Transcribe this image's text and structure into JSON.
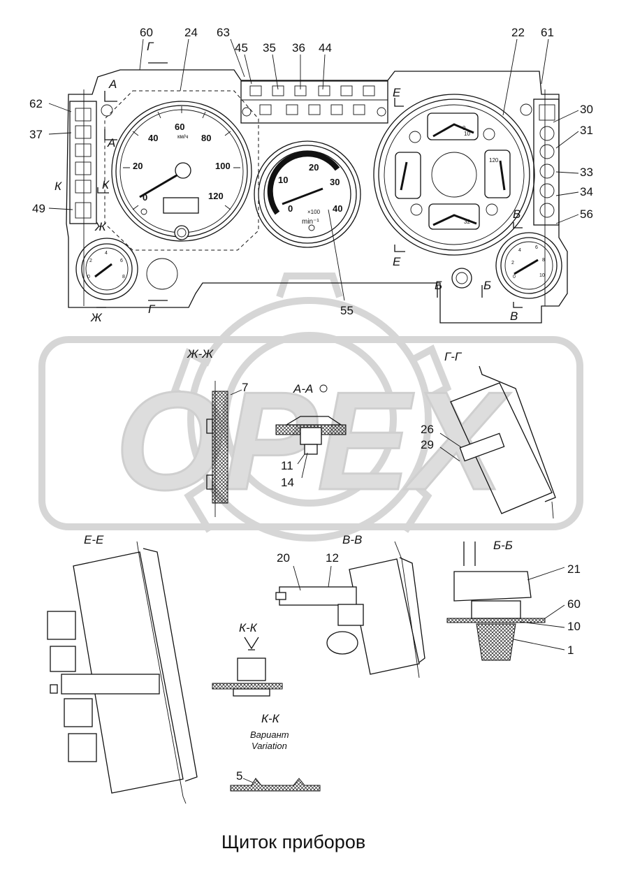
{
  "title": "Щиток приборов",
  "watermark": "OPEX",
  "callouts": {
    "c60": "60",
    "c24": "24",
    "c63": "63",
    "c45": "45",
    "c35": "35",
    "c36": "36",
    "c44": "44",
    "c22": "22",
    "c61": "61",
    "c62": "62",
    "c37": "37",
    "c49": "49",
    "c30": "30",
    "c31": "31",
    "c33": "33",
    "c34": "34",
    "c56": "56",
    "c55": "55",
    "c7": "7",
    "c11": "11",
    "c14": "14",
    "c26": "26",
    "c29": "29",
    "c20": "20",
    "c12": "12",
    "c21": "21",
    "c60b": "60",
    "c10": "10",
    "c1": "1",
    "c5": "5"
  },
  "section_marks": {
    "a": "А",
    "k": "К",
    "zh": "Ж",
    "g": "Г",
    "e": "Е",
    "v": "В",
    "b": "Б"
  },
  "section_titles": {
    "zhzh": "Ж-Ж",
    "aa": "А-А",
    "gg": "Г-Г",
    "vv": "В-В",
    "ee": "Е-Е",
    "bb": "Б-Б",
    "kk": "К-К",
    "kk2": "К-К",
    "variant_ru": "Вариант",
    "variant_en": "Variation"
  },
  "speedometer": {
    "labels": [
      "0",
      "20",
      "40",
      "60",
      "80",
      "100",
      "120"
    ],
    "unit": "км/ч"
  },
  "tachometer": {
    "labels": [
      "0",
      "10",
      "20",
      "30",
      "40"
    ],
    "unit": "min⁻¹",
    "multiplier": "×100"
  },
  "combo_gauge": {
    "labels": [
      "0",
      "10",
      "120",
      "32"
    ]
  },
  "small_gauge_right": {
    "labels": [
      "0",
      "2",
      "4",
      "6",
      "8",
      "10"
    ]
  },
  "small_gauge_left": {
    "labels": [
      "0",
      "2",
      "4",
      "6",
      "8"
    ]
  }
}
